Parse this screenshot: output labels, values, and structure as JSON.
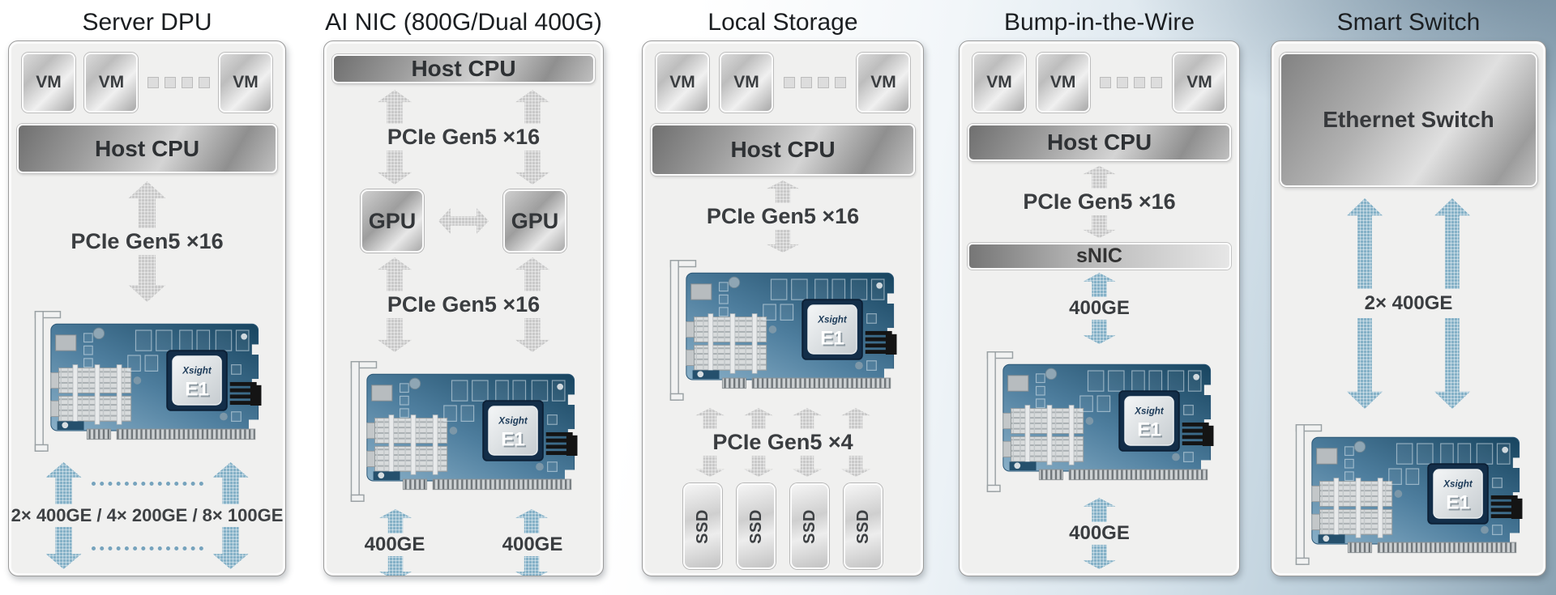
{
  "panels": [
    {
      "title": "Server DPU",
      "vm": "VM",
      "host_cpu": "Host CPU",
      "pcie_link": "PCIe Gen5 ×16",
      "port_modes": "2× 400GE / 4× 200GE / 8× 100GE"
    },
    {
      "title": "AI NIC (800G/Dual 400G)",
      "host_cpu": "Host CPU",
      "pcie_host_link": "PCIe Gen5 ×16",
      "gpu_left": "GPU",
      "gpu_right": "GPU",
      "pcie_nic_link": "PCIe Gen5 ×16",
      "port_left": "400GE",
      "port_right": "400GE"
    },
    {
      "title": "Local Storage",
      "vm": "VM",
      "host_cpu": "Host CPU",
      "pcie_host_link": "PCIe Gen5 ×16",
      "pcie_ssd_link": "PCIe Gen5 ×4",
      "ssd": "SSD"
    },
    {
      "title": "Bump-in-the-Wire",
      "vm": "VM",
      "host_cpu": "Host CPU",
      "pcie_link": "PCIe Gen5 ×16",
      "snic": "sNIC",
      "wire_top": "400GE",
      "wire_bottom": "400GE"
    },
    {
      "title": "Smart Switch",
      "ethernet_switch": "Ethernet Switch",
      "uplink": "2× 400GE"
    }
  ],
  "nic_card": {
    "brand": "Xsight",
    "model": "E1"
  },
  "colors": {
    "arrow_gray": "#c9c9c9",
    "arrow_blue": "#85b1c7",
    "pcb_dark": "#17445f",
    "pcb_light": "#8ab0c8",
    "panel_bg": "#f0f0ef",
    "bg_corner": "#7e95a6"
  }
}
